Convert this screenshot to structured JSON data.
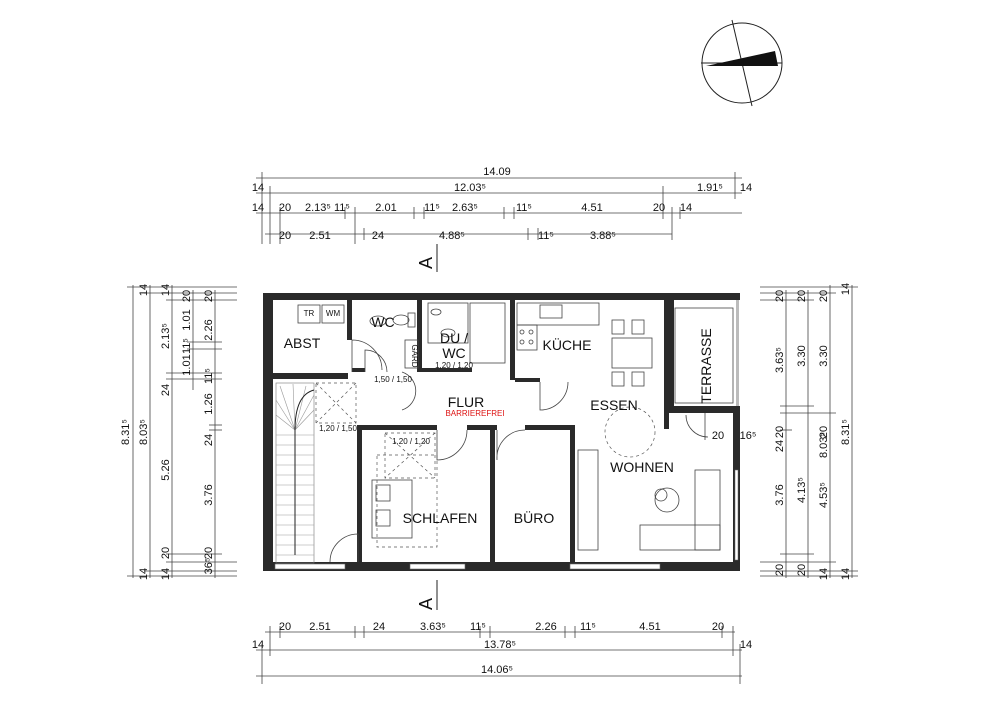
{
  "rooms": {
    "abst": "ABST",
    "tr": "TR",
    "wm": "WM",
    "wc": "WC",
    "du_wc_1": "DU /",
    "du_wc_2": "WC",
    "du_wc_area": "1,20 / 1,20",
    "kueche": "KÜCHE",
    "terrasse": "TERRASSE",
    "flur": "FLUR",
    "barrierefrei": "BARRIEREFREI",
    "essen": "ESSEN",
    "wohnen": "WOHNEN",
    "schlafen": "SCHLAFEN",
    "buero": "BÜRO",
    "gard": "GARD",
    "flur_area_1": "1,50 / 1,50",
    "stair_area": "1,20 / 1,50",
    "schlafen_area": "1,20 / 1,20",
    "dim_20_room": "20",
    "dim_16_room": "16⁵"
  },
  "section_marker": "A",
  "top_dims": {
    "row1": [
      "14.09"
    ],
    "row2": [
      "14",
      "12.03⁵",
      "1.91⁵",
      "14"
    ],
    "row3": [
      "14",
      "20",
      "2.13⁵",
      "11⁵",
      "2.01",
      "11⁵",
      "2.63⁵",
      "11⁵",
      "4.51",
      "20",
      "14"
    ],
    "row4": [
      "20",
      "2.51",
      "24",
      "4.88⁵",
      "11⁵",
      "3.88⁵"
    ]
  },
  "bottom_dims": {
    "row1": [
      "20",
      "2.51",
      "24",
      "3.63⁵",
      "11⁵",
      "2.26",
      "11⁵",
      "4.51",
      "20"
    ],
    "row2": [
      "14",
      "13.78⁵",
      "14"
    ],
    "row3": [
      "14.06⁵"
    ]
  },
  "left_dims": {
    "outer": [
      "8.31⁵"
    ],
    "second": [
      "14",
      "8.03⁵",
      "14"
    ],
    "third": [
      "14",
      "2.13⁵",
      "24",
      "5.26",
      "20",
      "14"
    ],
    "fourth": [
      "20",
      "1.01",
      "11⁵",
      "1.01"
    ],
    "fifth": [
      "20",
      "2.26",
      "11⁵",
      "1.26",
      "24",
      "3.76",
      "20",
      "36⁵"
    ]
  },
  "right_dims": {
    "inner": [
      "20",
      "3.63⁵",
      "20",
      "24",
      "3.76",
      "20"
    ],
    "second": [
      "20",
      "3.30",
      "4.13⁵",
      "20"
    ],
    "third": [
      "20",
      "3.30",
      "20",
      "8.03⁵",
      "4.53⁵",
      "14"
    ],
    "outer": [
      "14",
      "8.31⁵",
      "14"
    ]
  }
}
